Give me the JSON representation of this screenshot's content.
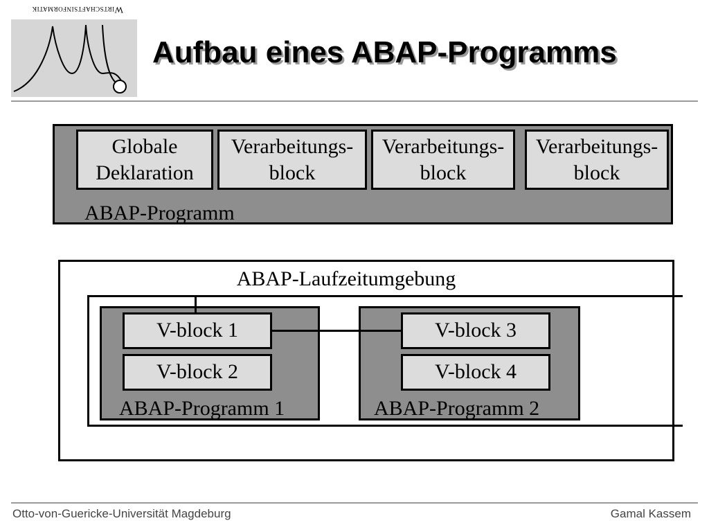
{
  "logo": {
    "text": "Wirtschaftsinformatik"
  },
  "title": "Aufbau eines ABAP-Programms",
  "top_diagram": {
    "blocks": [
      {
        "line1": "Globale",
        "line2": "Deklaration"
      },
      {
        "line1": "Verarbeitungs-",
        "line2": "block"
      },
      {
        "line1": "Verarbeitungs-",
        "line2": "block"
      },
      {
        "line1": "Verarbeitungs-",
        "line2": "block"
      }
    ],
    "program_label": "ABAP-Programm"
  },
  "runtime_diagram": {
    "runtime_label": "ABAP-Laufzeitumgebung",
    "program1": {
      "label": "ABAP-Programm 1",
      "blocks": [
        "V-block 1",
        "V-block 2"
      ]
    },
    "program2": {
      "label": "ABAP-Programm 2",
      "blocks": [
        "V-block 3",
        "V-block 4"
      ]
    }
  },
  "footer": {
    "left": "Otto-von-Guericke-Universität Magdeburg",
    "right": "Gamal Kassem"
  }
}
